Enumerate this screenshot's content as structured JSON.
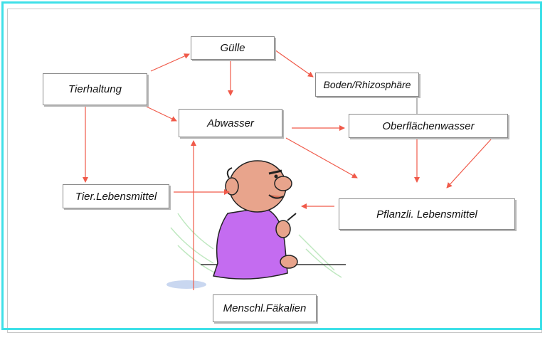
{
  "nodes": {
    "guelle": "Gülle",
    "boden": "Boden/Rhizosphäre",
    "tierhaltung": "Tierhaltung",
    "abwasser": "Abwasser",
    "oberflaechenwasser": "Oberflächenwasser",
    "tier_lebensmittel": "Tier.Lebensmittel",
    "pflanzl_lebensmittel": "Pflanzli. Lebensmittel",
    "menschl_faekalien": "Menschl.Fäkalien"
  },
  "colors": {
    "frame": "#3fe0e8",
    "arrow": "#f05a4a",
    "person_shirt": "#c46cf0",
    "person_skin": "#e8a48c"
  },
  "illustration": "man-cartoon"
}
